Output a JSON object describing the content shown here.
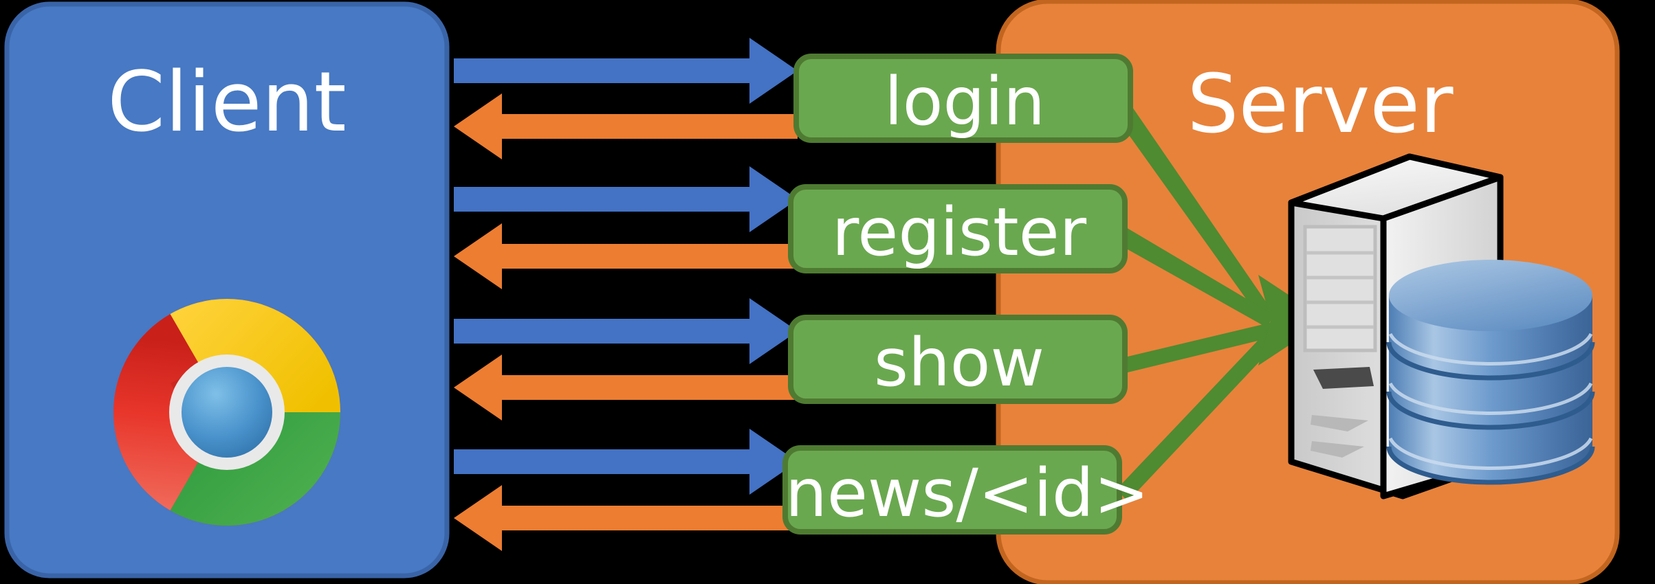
{
  "diagram": {
    "title": "Client-Server request routing diagram",
    "client": {
      "label": "Client",
      "fill": "#4779C4",
      "stroke": "#3A64A8",
      "icon": "chrome-browser-icon"
    },
    "server": {
      "label": "Server",
      "fill": "#E8823A",
      "stroke": "#C2651F",
      "icons": [
        "server-tower-icon",
        "database-cylinder-icon"
      ]
    },
    "routes": [
      {
        "label": "login",
        "request_color": "#4472C4",
        "response_color": "#ED7D31",
        "link_color": "#4E8B31"
      },
      {
        "label": "register",
        "request_color": "#4472C4",
        "response_color": "#ED7D31",
        "link_color": "#4E8B31"
      },
      {
        "label": "show",
        "request_color": "#4472C4",
        "response_color": "#ED7D31",
        "link_color": "#4E8B31"
      },
      {
        "label": "news/<id>",
        "request_color": "#4472C4",
        "response_color": "#ED7D31",
        "link_color": "#4E8B31"
      }
    ],
    "route_box": {
      "fill": "#6AA84F",
      "stroke": "#4E7B31"
    },
    "arrows": {
      "request_direction": "client-to-route",
      "response_direction": "route-to-client",
      "link_direction": "route-to-server"
    },
    "background": "#000000"
  }
}
